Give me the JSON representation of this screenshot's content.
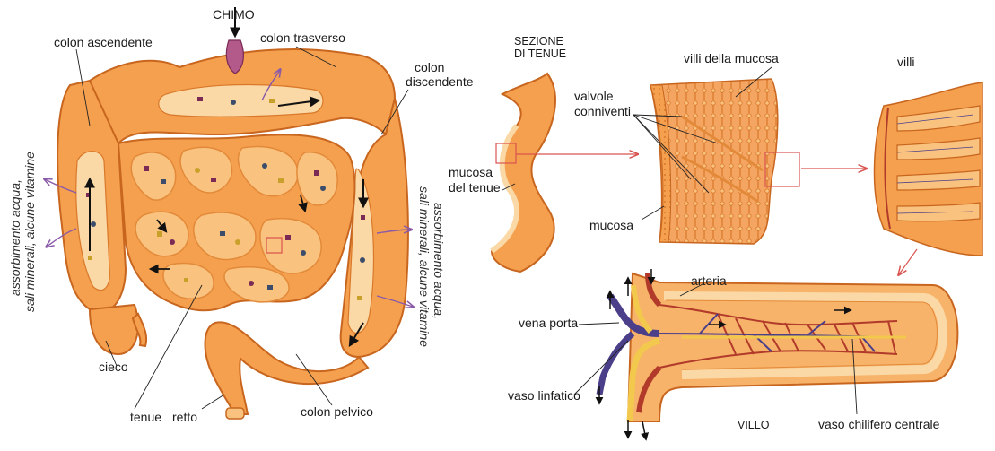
{
  "labels": {
    "colon_ascendente": "colon ascendente",
    "chimo": "CHIMO",
    "colon_trasverso": "colon trasverso",
    "colon_discendente_1": "colon",
    "colon_discendente_2": "discendente",
    "absorb_left_1": "assorbimento acqua,",
    "absorb_left_2": "sali minerali, alcune vitamine",
    "absorb_right_1": "assorbimento acqua,",
    "absorb_right_2": "sali minerali, alcune vitamine",
    "cieco": "cieco",
    "tenue": "tenue",
    "retto": "retto",
    "colon_pelvico": "colon pelvico",
    "sezione_1": "SEZIONE",
    "sezione_2": "DI TENUE",
    "mucosa_tenue_1": "mucosa",
    "mucosa_tenue_2": "del tenue",
    "valvole_1": "valvole",
    "valvole_2": "conniventi",
    "villi_mucosa": "villi della mucosa",
    "mucosa": "mucosa",
    "villi": "villi",
    "arteria": "arteria",
    "vena_porta": "vena porta",
    "vaso_linfatico": "vaso linfatico",
    "villo": "VILLO",
    "vaso_chilifero": "vaso chilifero centrale"
  },
  "colors": {
    "gut_orange": "#f4a04e",
    "gut_outline": "#c8661f",
    "lumen": "#fbd9a6",
    "absorb_arrow": "#8a5aa8",
    "section_arrow": "#d9534f",
    "artery": "#b23a2a",
    "vein": "#4b3f8a",
    "lymph": "#f2c94c"
  }
}
